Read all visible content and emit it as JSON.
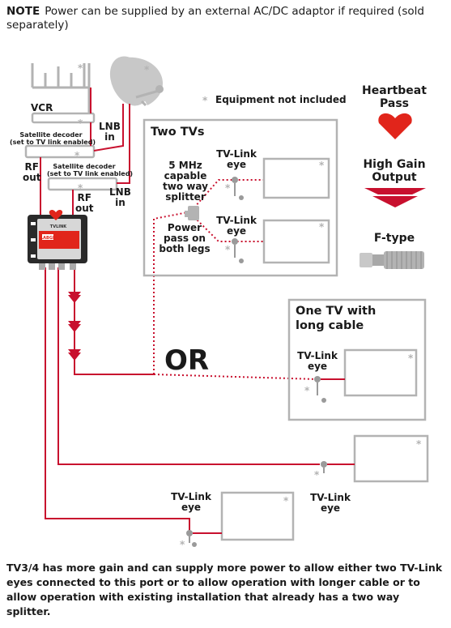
{
  "note": {
    "prefix": "NOTE",
    "text": "Power can be supplied by an external AC/DC adaptor if required (sold separately)"
  },
  "labels": {
    "vcr": "VCR",
    "sat_decoder_1": "Satellite decoder",
    "sat_decoder_1_sub": "(set to TV link enabled)",
    "sat_decoder_2": "Satellite decoder",
    "sat_decoder_2_sub": "(set to TV link enabled)",
    "lnb_in_1_a": "LNB",
    "lnb_in_1_b": "in",
    "lnb_in_2_a": "LNB",
    "lnb_in_2_b": "in",
    "rf_out_1_a": "RF",
    "rf_out_1_b": "out",
    "rf_out_2_a": "RF",
    "rf_out_2_b": "out",
    "equipment_not_included": "Equipment not included",
    "splitter_1": "5 MHz",
    "splitter_2": "capable",
    "splitter_3": "two way",
    "splitter_4": "splitter",
    "power_1": "Power",
    "power_2": "pass on",
    "power_3": "both legs",
    "tvlink_eye_1a": "TV-Link",
    "tvlink_eye_1b": "eye",
    "tvlink_eye_2a": "TV-Link",
    "tvlink_eye_2b": "eye",
    "tvlink_eye_3a": "TV-Link",
    "tvlink_eye_3b": "eye",
    "tvlink_eye_4a": "TV-Link",
    "tvlink_eye_4b": "eye",
    "tvlink_eye_5a": "TV-Link",
    "tvlink_eye_5b": "eye",
    "or": "OR",
    "device_brand": "TVLINK",
    "device_logo": "LABGEAR"
  },
  "boxes": {
    "two_tvs": "Two TVs",
    "one_tv_1": "One TV with",
    "one_tv_2": "long cable"
  },
  "legend": {
    "heartbeat_1": "Heartbeat",
    "heartbeat_2": "Pass",
    "high_gain_1": "High Gain",
    "high_gain_2": "Output",
    "ftype": "F-type"
  },
  "footer": "TV3/4 has more gain and can supply more power to allow either two TV-Link eyes connected to this port or to allow operation with longer cable or to allow operation with existing installation that already has a two way splitter.",
  "colors": {
    "cable": "#c8102e",
    "accent": "#e1251b",
    "grey": "#b3b3b3",
    "dark": "#1a1a1a"
  }
}
